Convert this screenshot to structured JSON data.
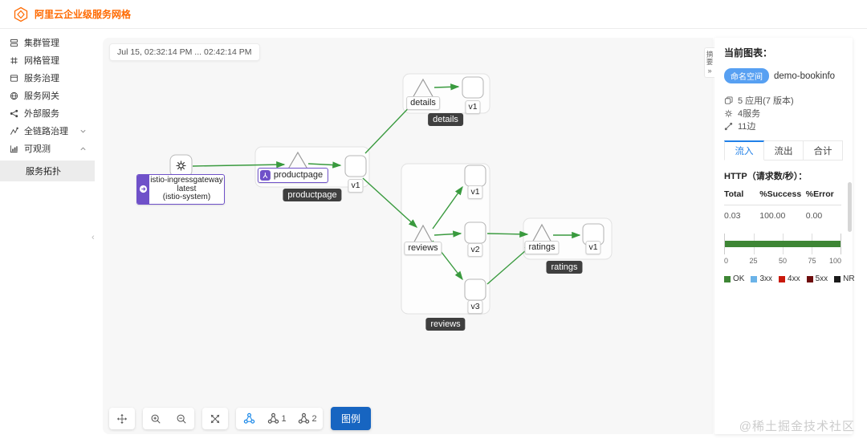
{
  "header": {
    "title": "阿里云企业级服务网格"
  },
  "sidebar": {
    "items": [
      {
        "label": "集群管理"
      },
      {
        "label": "网格管理"
      },
      {
        "label": "服务治理"
      },
      {
        "label": "服务网关"
      },
      {
        "label": "外部服务"
      },
      {
        "label": "全链路治理"
      },
      {
        "label": "可观测"
      }
    ],
    "active_subitem": "服务拓扑",
    "collapse_glyph": "‹"
  },
  "canvas": {
    "time_range": "Jul 15, 02:32:14 PM ... 02:42:14 PM",
    "toolbar": {
      "layout1_suffix": "1",
      "layout2_suffix": "2",
      "legend_button": "图例"
    }
  },
  "graph": {
    "gateway": {
      "name": "istio-ingressgateway",
      "version": "latest",
      "namespace": "(istio-system)"
    },
    "groups": [
      {
        "app": "details",
        "badge": "details",
        "versions": [
          "v1"
        ]
      },
      {
        "app": "productpage",
        "badge": "productpage",
        "versions": [
          "v1"
        ]
      },
      {
        "app": "reviews",
        "badge": "reviews",
        "versions": [
          "v1",
          "v2",
          "v3"
        ]
      },
      {
        "app": "ratings",
        "badge": "ratings",
        "versions": [
          "v1"
        ]
      }
    ]
  },
  "summary": {
    "handle": "摘要",
    "handle_arrow": "»",
    "title": "当前图表：",
    "namespace_badge": "命名空间",
    "namespace_value": "demo-bookinfo",
    "stats": [
      "5 应用(7 版本)",
      "4服务",
      "11边"
    ],
    "tabs": [
      "流入",
      "流出",
      "合计"
    ],
    "http_title": "HTTP（请求数/秒）：",
    "table": {
      "headers": [
        "Total",
        "%Success",
        "%Error"
      ],
      "values": [
        "0.03",
        "100.00",
        "0.00"
      ]
    }
  },
  "chart_data": {
    "type": "bar",
    "orientation": "horizontal-stacked",
    "categories": [
      "OK",
      "3xx",
      "4xx",
      "5xx",
      "NR"
    ],
    "values": [
      100,
      0,
      0,
      0,
      0
    ],
    "xlim": [
      0,
      100
    ],
    "ticks": [
      "0",
      "25",
      "50",
      "75",
      "100"
    ],
    "legend": [
      "OK",
      "3xx",
      "4xx",
      "5xx",
      "NR"
    ],
    "colors": [
      "#3e8635",
      "#6bb3e8",
      "#c9190b",
      "#6e0d0d",
      "#1a1a1a"
    ],
    "grid": true,
    "legend_position": "bottom"
  },
  "watermark": "@稀土掘金技术社区"
}
